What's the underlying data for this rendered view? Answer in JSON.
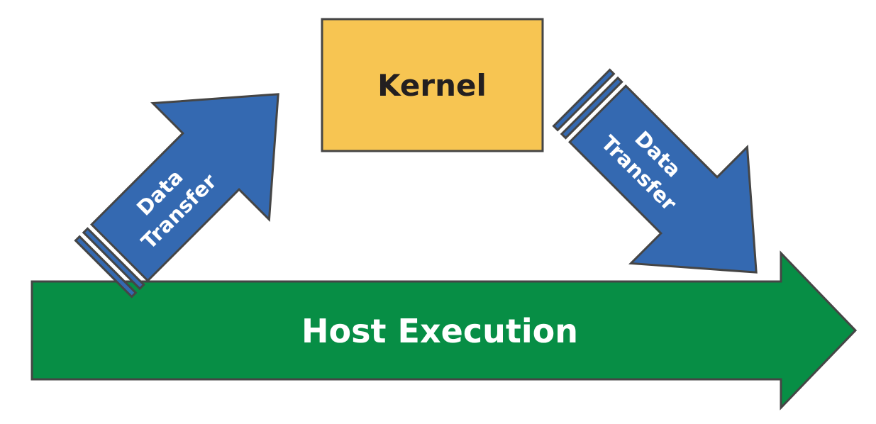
{
  "diagram": {
    "kernel": {
      "label": "Kernel"
    },
    "transfer_in": {
      "line1": "Data",
      "line2": "Transfer"
    },
    "transfer_out": {
      "line1": "Data",
      "line2": "Transfer"
    },
    "host": {
      "label": "Host Execution"
    }
  },
  "colors": {
    "kernel_fill": "#f7c552",
    "transfer_fill": "#3469b1",
    "host_fill": "#078e45",
    "outline": "#454545",
    "text_light": "#ffffff",
    "text_dark": "#231f20"
  }
}
